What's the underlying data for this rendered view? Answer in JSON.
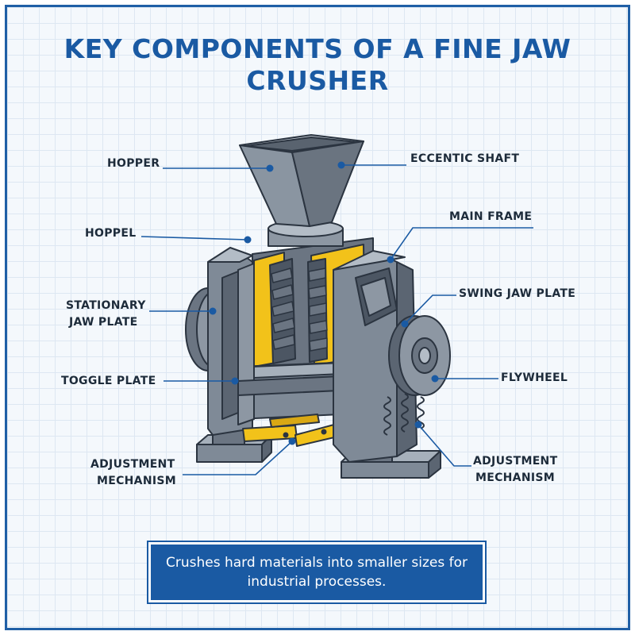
{
  "title": "KEY COMPONENTS OF A FINE JAW CRUSHER",
  "labels": {
    "hopper": "HOPPER",
    "eccentric_shaft": "ECCENTIC SHAFT",
    "hoppel": "HOPPEL",
    "main_frame": "MAIN FRAME",
    "stationary_jaw_1": "STATIONARY",
    "stationary_jaw_2": "JAW PLATE",
    "swing_jaw_plate": "SWING JAW PLATE",
    "toggle_plate": "TOGGLE PLATE",
    "flywheel": "FLYWHEEL",
    "adjustment_left_1": "ADJUSTMENT",
    "adjustment_left_2": "MECHANISM",
    "adjustment_right_1": "ADJUSTMENT",
    "adjustment_right_2": "MECHANISM"
  },
  "caption": "Crushes hard materials into smaller sizes for industrial processes.",
  "colors": {
    "accent": "#1a5aa3",
    "steel": "#7f8a97",
    "steel_dark": "#4c5663",
    "jaw_yellow": "#f2c21a",
    "outline": "#2b3440"
  }
}
